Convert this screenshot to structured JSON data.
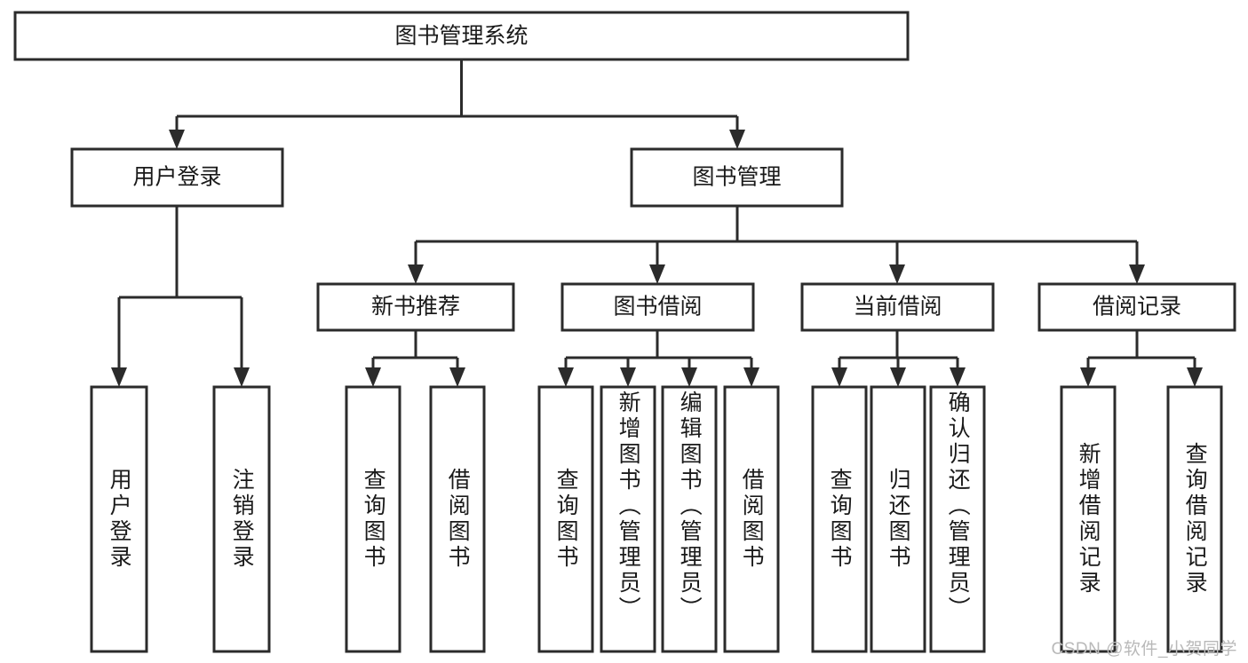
{
  "diagram": {
    "type": "hierarchical-tree",
    "title": "图书管理系统",
    "root": {
      "id": "root",
      "label": "图书管理系统",
      "level": 0
    },
    "level2": [
      {
        "id": "user-login",
        "label": "用户登录"
      },
      {
        "id": "book-manage",
        "label": "图书管理"
      }
    ],
    "level3": [
      {
        "id": "new-book-rec",
        "label": "新书推荐",
        "parent": "book-manage"
      },
      {
        "id": "book-borrow",
        "label": "图书借阅",
        "parent": "book-manage"
      },
      {
        "id": "current-borrow",
        "label": "当前借阅",
        "parent": "book-manage"
      },
      {
        "id": "borrow-record",
        "label": "借阅记录",
        "parent": "book-manage"
      }
    ],
    "leaves": [
      {
        "id": "leaf-user-login",
        "label": "用户登录",
        "parent": "user-login"
      },
      {
        "id": "leaf-logout",
        "label": "注销登录",
        "parent": "user-login"
      },
      {
        "id": "leaf-query-book-1",
        "label": "查询图书",
        "parent": "new-book-rec"
      },
      {
        "id": "leaf-borrow-book-1",
        "label": "借阅图书",
        "parent": "new-book-rec"
      },
      {
        "id": "leaf-query-book-2",
        "label": "查询图书",
        "parent": "book-borrow"
      },
      {
        "id": "leaf-add-book",
        "label": "新增图书（管理员）",
        "parent": "book-borrow"
      },
      {
        "id": "leaf-edit-book",
        "label": "编辑图书（管理员）",
        "parent": "book-borrow"
      },
      {
        "id": "leaf-borrow-book-2",
        "label": "借阅图书",
        "parent": "book-borrow"
      },
      {
        "id": "leaf-query-book-3",
        "label": "查询图书",
        "parent": "current-borrow"
      },
      {
        "id": "leaf-return-book",
        "label": "归还图书",
        "parent": "current-borrow"
      },
      {
        "id": "leaf-confirm-return",
        "label": "确认归还（管理员）",
        "parent": "current-borrow"
      },
      {
        "id": "leaf-add-record",
        "label": "新增借阅记录",
        "parent": "borrow-record"
      },
      {
        "id": "leaf-query-record",
        "label": "查询借阅记录",
        "parent": "borrow-record"
      }
    ],
    "colors": {
      "box_stroke": "#2b2b2b",
      "box_fill": "#ffffff",
      "connector": "#2b2b2b",
      "text": "#1a1a1a",
      "background": "#ffffff",
      "watermark": "#b9b9b9"
    }
  },
  "watermark": {
    "text": "CSDN @软件_小贺同学"
  }
}
